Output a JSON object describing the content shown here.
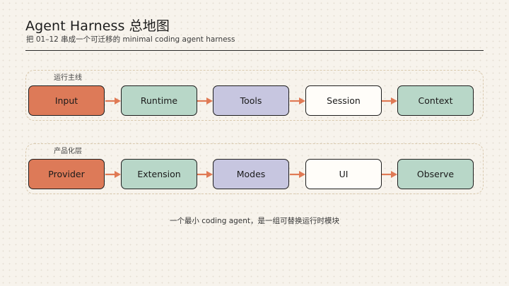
{
  "header": {
    "title": "Agent Harness 总地图",
    "subtitle": "把 01–12 串成一个可迁移的 minimal coding agent harness"
  },
  "rows": [
    {
      "label": "运行主线",
      "nodes": [
        {
          "label": "Input",
          "color": "#dd7a58"
        },
        {
          "label": "Runtime",
          "color": "#b8d7c8"
        },
        {
          "label": "Tools",
          "color": "#c7c6e0"
        },
        {
          "label": "Session",
          "color": "#fffdf9"
        },
        {
          "label": "Context",
          "color": "#b8d7c8"
        }
      ]
    },
    {
      "label": "产品化层",
      "nodes": [
        {
          "label": "Provider",
          "color": "#dd7a58"
        },
        {
          "label": "Extension",
          "color": "#b8d7c8"
        },
        {
          "label": "Modes",
          "color": "#c7c6e0"
        },
        {
          "label": "UI",
          "color": "#fffdf9"
        },
        {
          "label": "Observe",
          "color": "#b8d7c8"
        }
      ]
    }
  ],
  "caption": "一个最小 coding agent，是一组可替换运行时模块",
  "colors": {
    "arrow": "#e07a55",
    "group_border": "#d9c9ae"
  }
}
